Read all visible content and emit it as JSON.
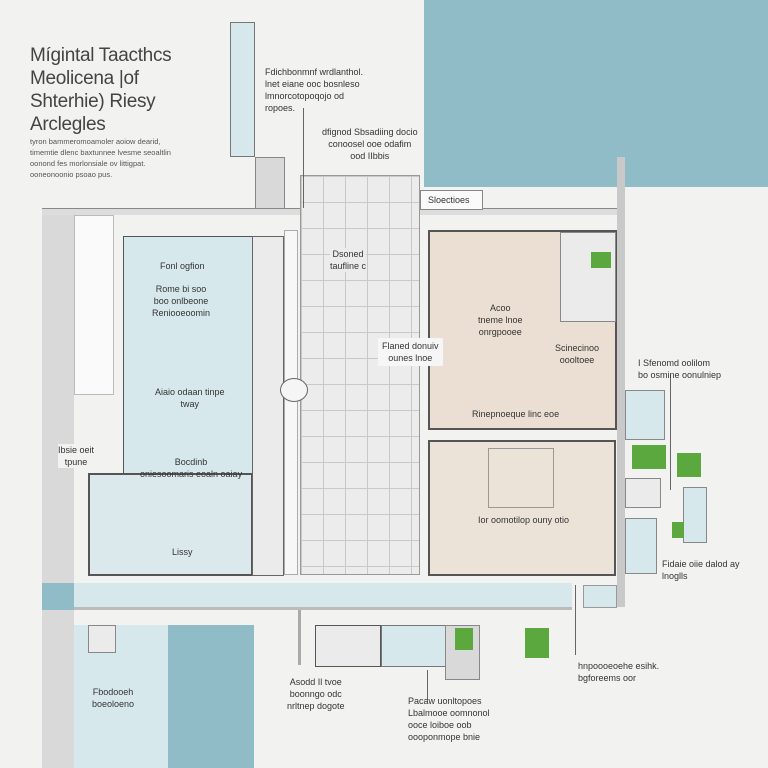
{
  "title": {
    "lines": [
      "Mígintal Taacthcs",
      "Meolicena  |of",
      "Shterhie) Riesy",
      "Arclegles"
    ]
  },
  "intro": {
    "lines": [
      "tyron bammeromoamoler aoiow dearid,",
      "timemtie dlenc baxtunnee lvesme seoaltlin",
      "oonond fes morlonsiale ov littigpat.",
      "ooneonoonio psoao pus."
    ]
  },
  "labels": {
    "top_note": [
      "Fdichbonmnf wrdlanthol.",
      "lnet eiane ooc bosnleso",
      "lmnorcotopoqojo od",
      "ropoes."
    ],
    "center_top_note": [
      "dfignod Sbsadiing docio",
      "conoosel ooe odafim",
      "ood  IIbbis"
    ],
    "side_tag": "Sloectioes",
    "left_room_top": [
      "Fonl ogfion"
    ],
    "left_room_mid": [
      "Rome bi soo",
      "boo onlbeone",
      "Reniooeoomin"
    ],
    "left_room_lower": [
      "Aiaio odaan tinpe",
      "tway"
    ],
    "center_upper": [
      "Dsoned",
      "taufline c"
    ],
    "center_mid": [
      "Flaned donuiv",
      "ounes lnoe"
    ],
    "beige_upper": [
      "Acoo",
      "tneme lnoe",
      "onrgpooee"
    ],
    "beige_right": [
      "Scinecinoo",
      "oooltoee"
    ],
    "beige_bottom": "Rinepnoeque linc eoe",
    "far_left": [
      "Ibsie oeit",
      "tpune"
    ],
    "left_mid": [
      "Bocdinb",
      "oniesoomaris eoaln oaiay"
    ],
    "left_lower": "Lissy",
    "beige_lower": "Ior oomotilop ouny otio",
    "right_upper": [
      "I Sfenomd oolilom",
      "bo osmine oonulniep"
    ],
    "right_lower": [
      "Fidaie oiie dalod ay",
      "lnoglls"
    ],
    "bottom_left": [
      "Fbodooeh",
      "boeoloeno"
    ],
    "bottom_center_a": [
      "Asodd Il tvoe",
      "boonngo odc",
      "nrltnep dogote"
    ],
    "bottom_center_b": [
      "Pacaw uonltopoes",
      "Lbalmooe oomnonol",
      "ooce loiboe oob",
      "oooponmope bnie"
    ],
    "bottom_right": [
      "hnpoooeoehe esihk.",
      "bgforeems oor"
    ]
  },
  "colors": {
    "teal": "#8fbcc6",
    "light_blue": "#d7e8ec",
    "beige": "#eadfd2",
    "green": "#5aa83e",
    "gray": "#d9d9d9"
  }
}
